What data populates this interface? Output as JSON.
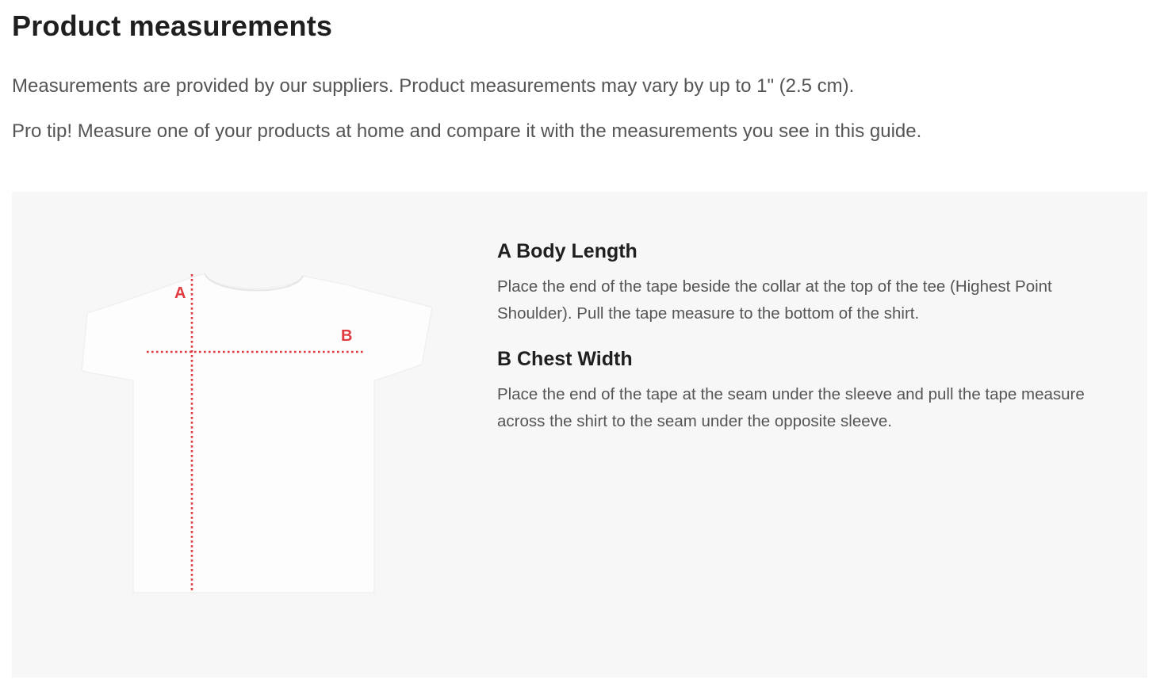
{
  "page": {
    "title": "Product measurements",
    "intro_lines": [
      "Measurements are provided by our suppliers. Product measurements may vary by up to 1\" (2.5 cm).",
      "Pro tip! Measure one of your products at home and compare it with the measurements you see in this guide."
    ]
  },
  "figure": {
    "label_a": "A",
    "label_b": "B",
    "marker_color": "#e0393e"
  },
  "definitions": [
    {
      "title": "A Body Length",
      "text": "Place the end of the tape beside the collar at the top of the tee (Highest Point Shoulder). Pull the tape measure to the bottom of the shirt."
    },
    {
      "title": "B Chest Width",
      "text": "Place the end of the tape at the seam under the sleeve and pull the tape measure across the shirt to the seam under the opposite sleeve."
    }
  ],
  "colors": {
    "panel_background": "#f7f7f7",
    "heading": "#1f1f1f",
    "body_text": "#555555"
  }
}
